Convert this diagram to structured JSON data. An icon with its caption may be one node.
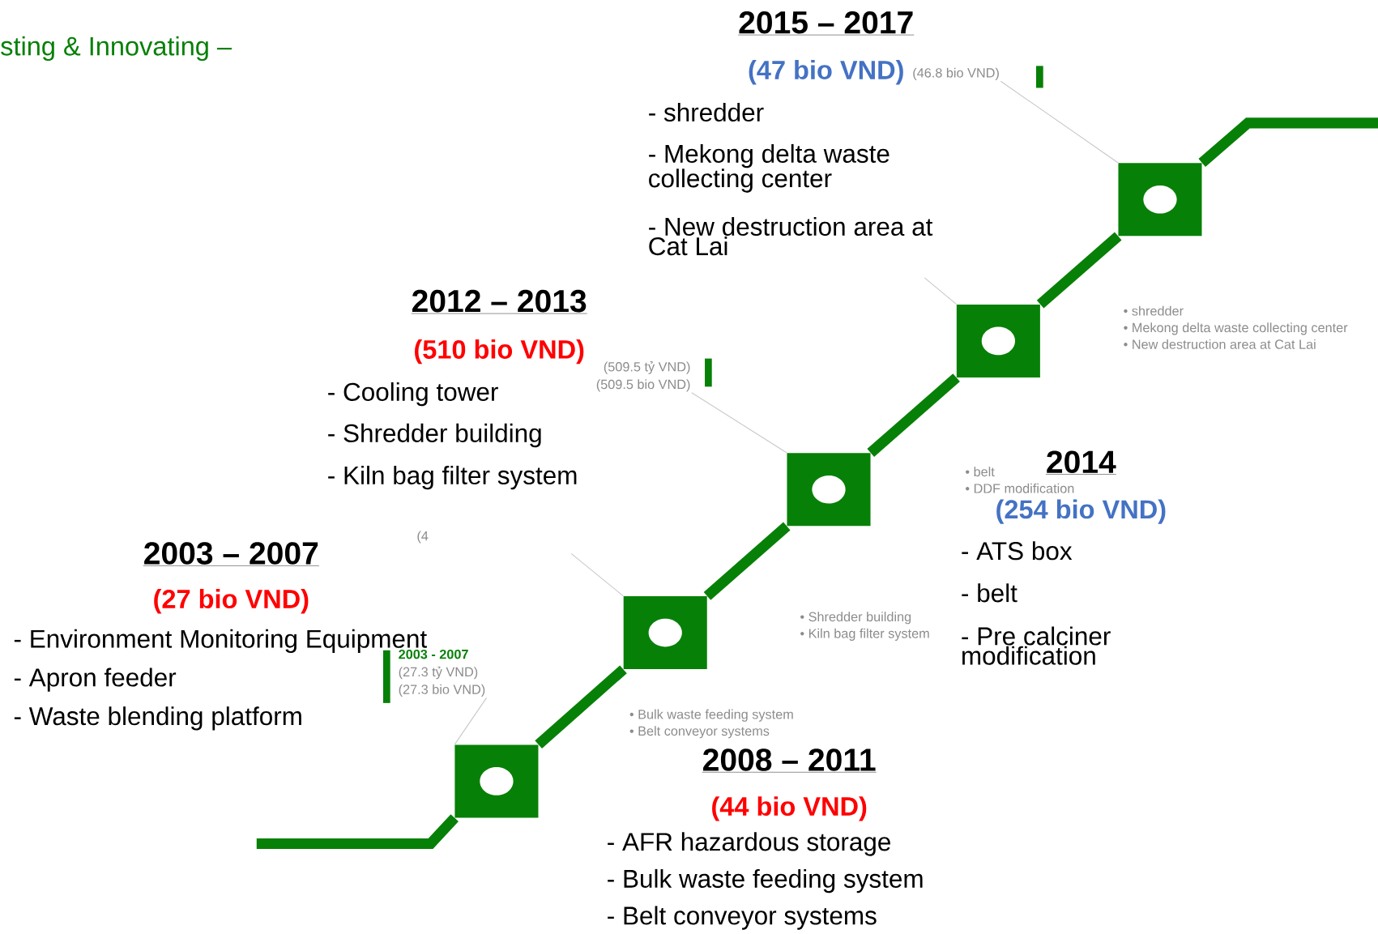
{
  "diagram": {
    "nodes": [
      {
        "text": [],
        "shape": "box"
      },
      {
        "text": [],
        "shape": "box"
      },
      {
        "text": [],
        "shape": "box"
      },
      {
        "text": [],
        "shape": "box"
      },
      {
        "text": [],
        "shape": "box"
      },
      {
        "text": [
          "2003 - 2007",
          "(27.3 tỷ VND)",
          "(27.3 bio VND)"
        ]
      },
      {
        "text": [
          "(509.5 tỷ VND)",
          "(509.5 bio VND)"
        ]
      },
      {
        "text": [
          "(46.8 bio VND)"
        ]
      }
    ],
    "edges": [
      {
        "from": null,
        "to": 0,
        "arrow": "none"
      },
      {
        "from": 0,
        "to": 1,
        "arrow": "none"
      },
      {
        "from": 1,
        "to": 2,
        "arrow": "none"
      },
      {
        "from": 2,
        "to": 3,
        "arrow": "none"
      },
      {
        "from": 3,
        "to": 4,
        "arrow": "none"
      },
      {
        "from": 4,
        "to": null,
        "arrow": "none"
      },
      {
        "from": 0,
        "to": 5,
        "arrow": "none",
        "color": "#c8c8c8"
      },
      {
        "from": 1,
        "to": null,
        "arrow": "none",
        "color": "#c8c8c8"
      },
      {
        "from": 2,
        "to": 6,
        "arrow": "none",
        "color": "#c8c8c8"
      },
      {
        "from": 3,
        "to": null,
        "arrow": "none",
        "color": "#c8c8c8"
      },
      {
        "from": 4,
        "to": 7,
        "arrow": "none",
        "color": "#c8c8c8"
      }
    ],
    "labels": [
      "sting & Innovating –",
      "2015 – 2017",
      "(47 bio VND)",
      "- shredder",
      "- Mekong delta waste collecting center",
      "- New destruction area at Cat Lai",
      "2012 – 2013",
      "(510 bio VND)",
      "- Cooling tower",
      "- Shredder building",
      "- Kiln bag filter system",
      "• shredder",
      "• Mekong delta waste collecting center",
      "• New destruction area at Cat Lai",
      "• belt",
      "• DDF modification",
      "2014",
      "(254 bio VND)",
      "- ATS box",
      "- belt",
      "- Pre calciner modification",
      "2003 – 2007",
      "(27 bio VND)",
      "- Environment Monitoring Equipment",
      "- Apron feeder",
      "- Waste blending platform",
      "(4",
      "• Shredder building",
      "• Kiln bag filter system",
      "• Bulk waste feeding system",
      "• Belt conveyor systems",
      "2008 – 2011",
      "(44 bio VND)",
      "- AFR hazardous storage",
      "- Bulk waste feeding system",
      "- Belt conveyor systems"
    ]
  }
}
